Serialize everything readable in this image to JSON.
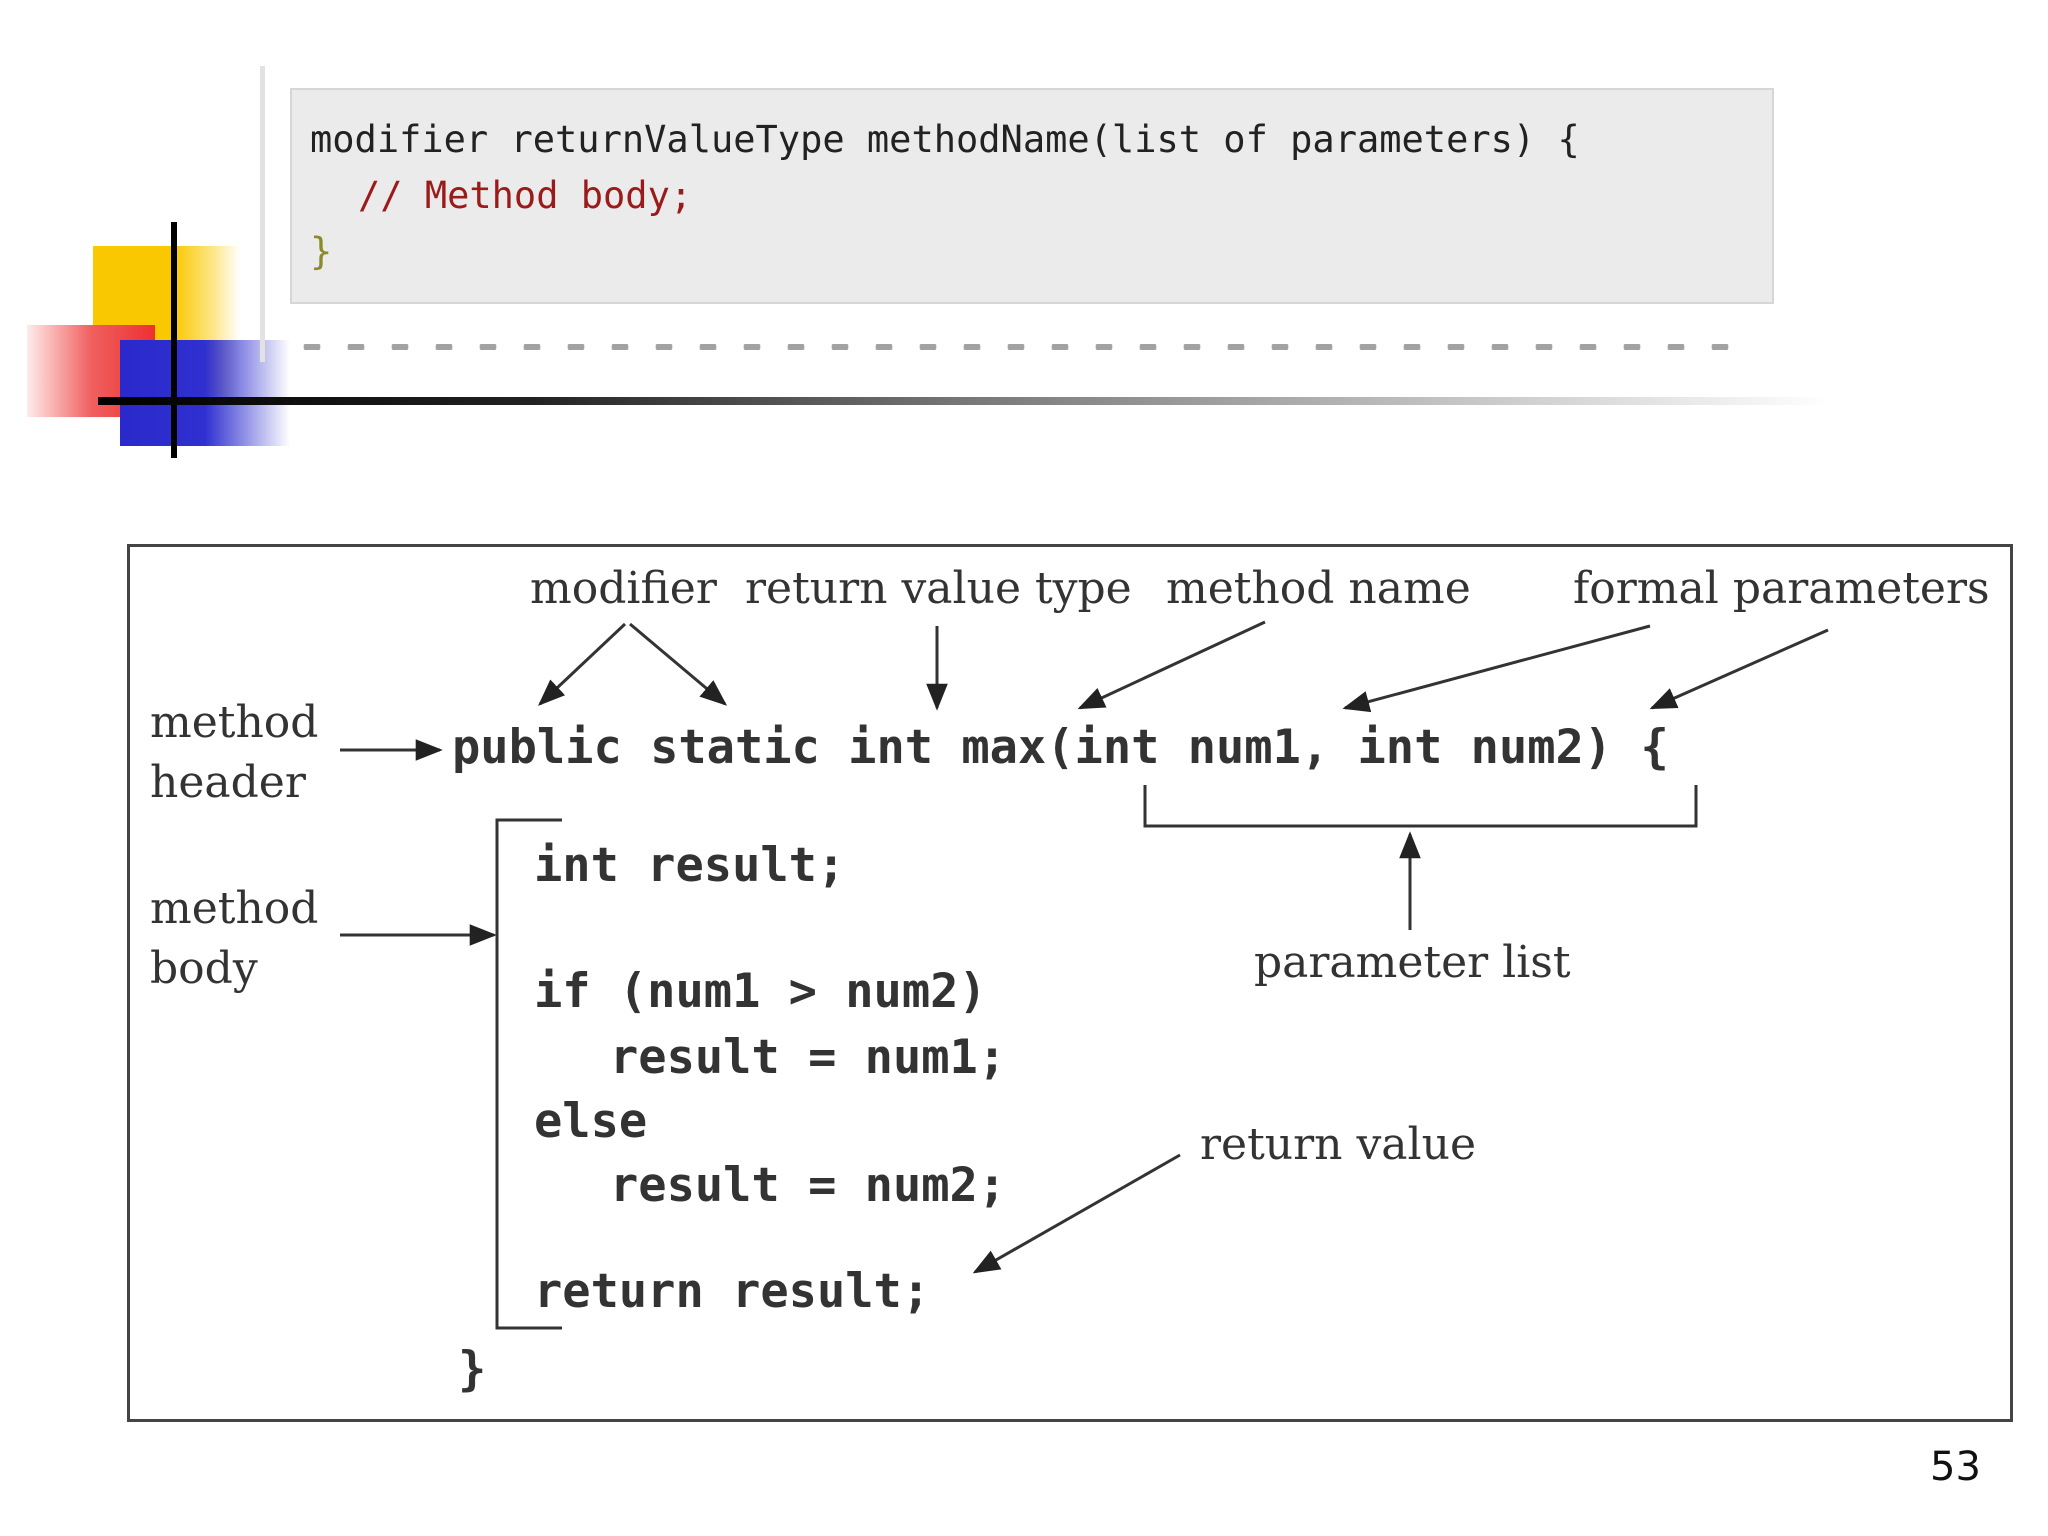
{
  "syntax": {
    "line1": "modifier returnValueType methodName(list of parameters) {",
    "line2": "// Method body;",
    "line3": "}"
  },
  "diagram": {
    "labels": {
      "modifier": "modifier",
      "return_value_type": "return value type",
      "method_name": "method name",
      "formal_parameters": "formal parameters",
      "method_header_1": "method",
      "method_header_2": "header",
      "method_body_1": "method",
      "method_body_2": "body",
      "parameter_list": "parameter list",
      "return_value": "return value"
    },
    "code": {
      "header": "public static int max(int num1, int num2) {",
      "line1": "int result;",
      "line2": "if (num1 > num2)",
      "line3": "result = num1;",
      "line4": "else",
      "line5": "result = num2;",
      "line6": "return result;",
      "closing": "}"
    }
  },
  "page_number": "53"
}
